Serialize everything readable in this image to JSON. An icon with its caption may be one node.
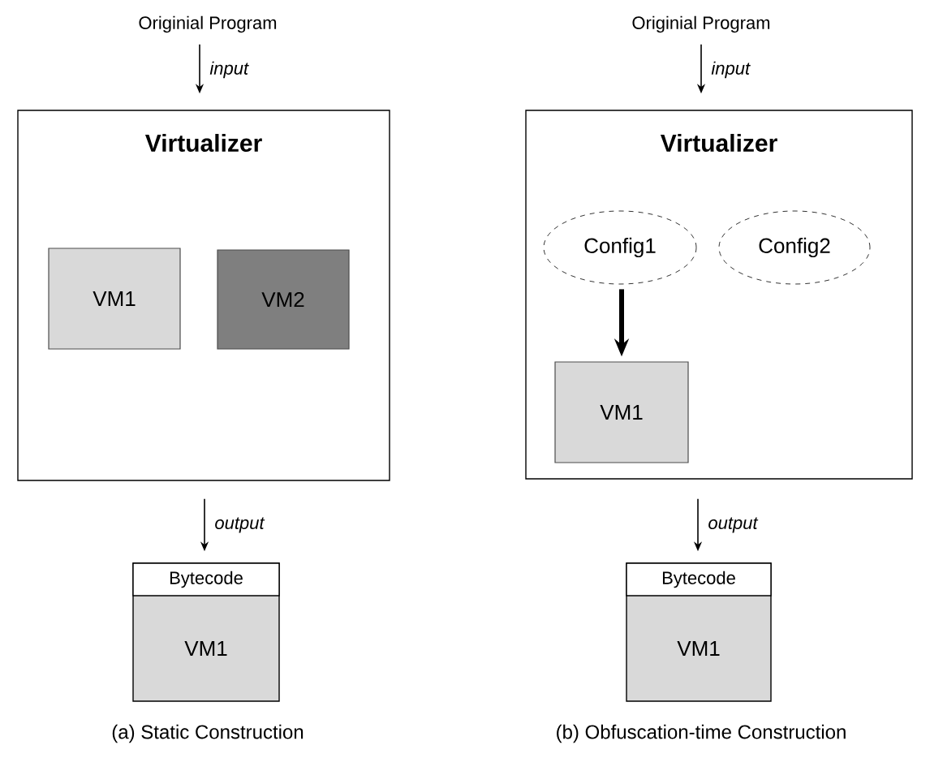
{
  "diagram": {
    "nodes": [
      {
        "text": [
          "Originial Program"
        ]
      },
      {
        "text": [
          "Virtualizer"
        ]
      },
      {
        "text": [
          "VM1"
        ],
        "in": 1
      },
      {
        "text": [
          "VM2"
        ],
        "in": 1
      },
      {
        "text": [
          "Bytecode",
          "VM1"
        ]
      },
      {
        "text": [
          "Originial Program"
        ]
      },
      {
        "text": [
          "Virtualizer"
        ]
      },
      {
        "text": [
          "Config1"
        ],
        "in": 6
      },
      {
        "text": [
          "Config2"
        ],
        "in": 6
      },
      {
        "text": [
          "VM1"
        ],
        "in": 6
      },
      {
        "text": [
          "Bytecode",
          "VM1"
        ]
      }
    ],
    "edges": [
      {
        "from": 0,
        "to": 1,
        "arrow": "to",
        "label": "input"
      },
      {
        "from": 1,
        "to": 4,
        "arrow": "to",
        "label": "output"
      },
      {
        "from": 5,
        "to": 6,
        "arrow": "to",
        "label": "input"
      },
      {
        "from": 7,
        "to": 9,
        "arrow": "to",
        "style": "thick"
      },
      {
        "from": 6,
        "to": 10,
        "arrow": "to",
        "label": "output"
      }
    ],
    "labels": [
      "(a)  Static Construction",
      "(b)  Obfuscation-time Construction"
    ]
  }
}
